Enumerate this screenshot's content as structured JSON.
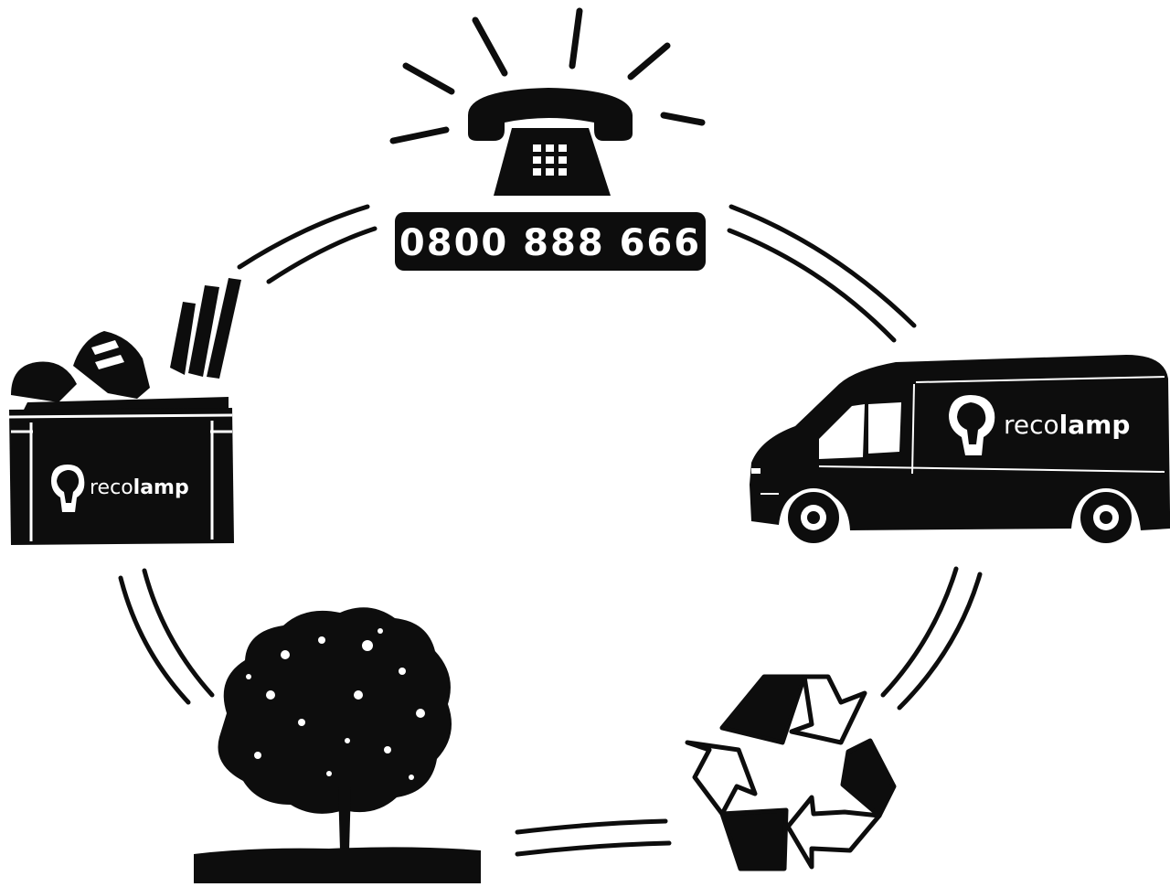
{
  "phone": {
    "number": "0800 888 666"
  },
  "brand": {
    "light": "reco",
    "bold": "lamp"
  },
  "colors": {
    "ink": "#0d0d0d",
    "paper": "#ffffff"
  },
  "steps": [
    {
      "icon": "ringing-telephone-icon"
    },
    {
      "icon": "delivery-van-icon"
    },
    {
      "icon": "recycling-symbol-icon"
    },
    {
      "icon": "tree-icon"
    },
    {
      "icon": "collection-box-icon"
    }
  ]
}
